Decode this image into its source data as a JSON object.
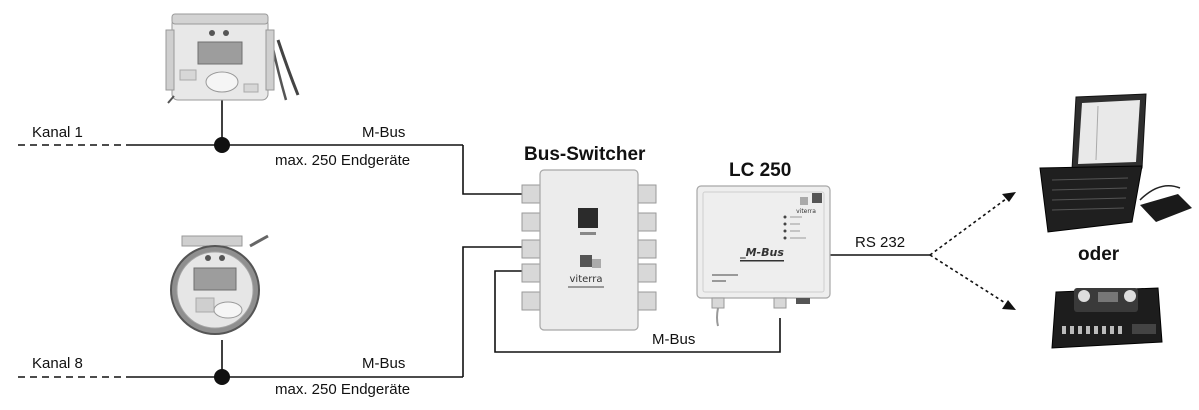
{
  "channels": {
    "channel_1_label": "Kanal 1",
    "channel_8_label": "Kanal 8"
  },
  "bus": {
    "top_bus_label": "M-Bus",
    "top_capacity_label": "max. 250 Endgeräte",
    "bottom_bus_label": "M-Bus",
    "bottom_capacity_label": "max. 250 Endgeräte",
    "return_bus_label": "M-Bus",
    "serial_label": "RS 232"
  },
  "devices": {
    "bus_switcher_title": "Bus-Switcher",
    "lc250_title": "LC 250",
    "alternative_label": "oder",
    "lc250_logo_text": "_M-Bus",
    "switcher_brand_text": "viterra",
    "lc250_brand_text": "viterra"
  },
  "colors": {
    "line": "#111111",
    "device_body": "#ececec",
    "device_shadow": "#bdbdbd",
    "device_dark": "#2b2b2b"
  }
}
